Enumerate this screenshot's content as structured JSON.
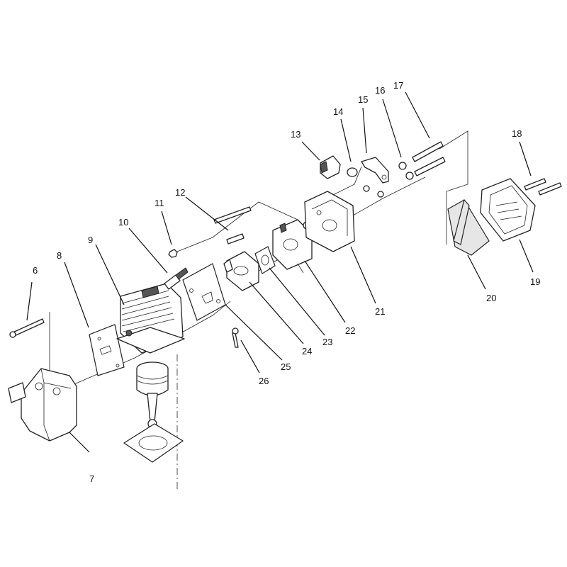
{
  "callouts": [
    {
      "id": "p6",
      "label": "6"
    },
    {
      "id": "p7",
      "label": "7"
    },
    {
      "id": "p8",
      "label": "8"
    },
    {
      "id": "p9",
      "label": "9"
    },
    {
      "id": "p10",
      "label": "10"
    },
    {
      "id": "p11",
      "label": "11"
    },
    {
      "id": "p12",
      "label": "12"
    },
    {
      "id": "p13",
      "label": "13"
    },
    {
      "id": "p14",
      "label": "14"
    },
    {
      "id": "p15",
      "label": "15"
    },
    {
      "id": "p16",
      "label": "16"
    },
    {
      "id": "p17",
      "label": "17"
    },
    {
      "id": "p18",
      "label": "18"
    },
    {
      "id": "p19",
      "label": "19"
    },
    {
      "id": "p20",
      "label": "20"
    },
    {
      "id": "p21",
      "label": "21"
    },
    {
      "id": "p22",
      "label": "22"
    },
    {
      "id": "p23",
      "label": "23"
    },
    {
      "id": "p24",
      "label": "24"
    },
    {
      "id": "p25",
      "label": "25"
    },
    {
      "id": "p26",
      "label": "26"
    }
  ]
}
